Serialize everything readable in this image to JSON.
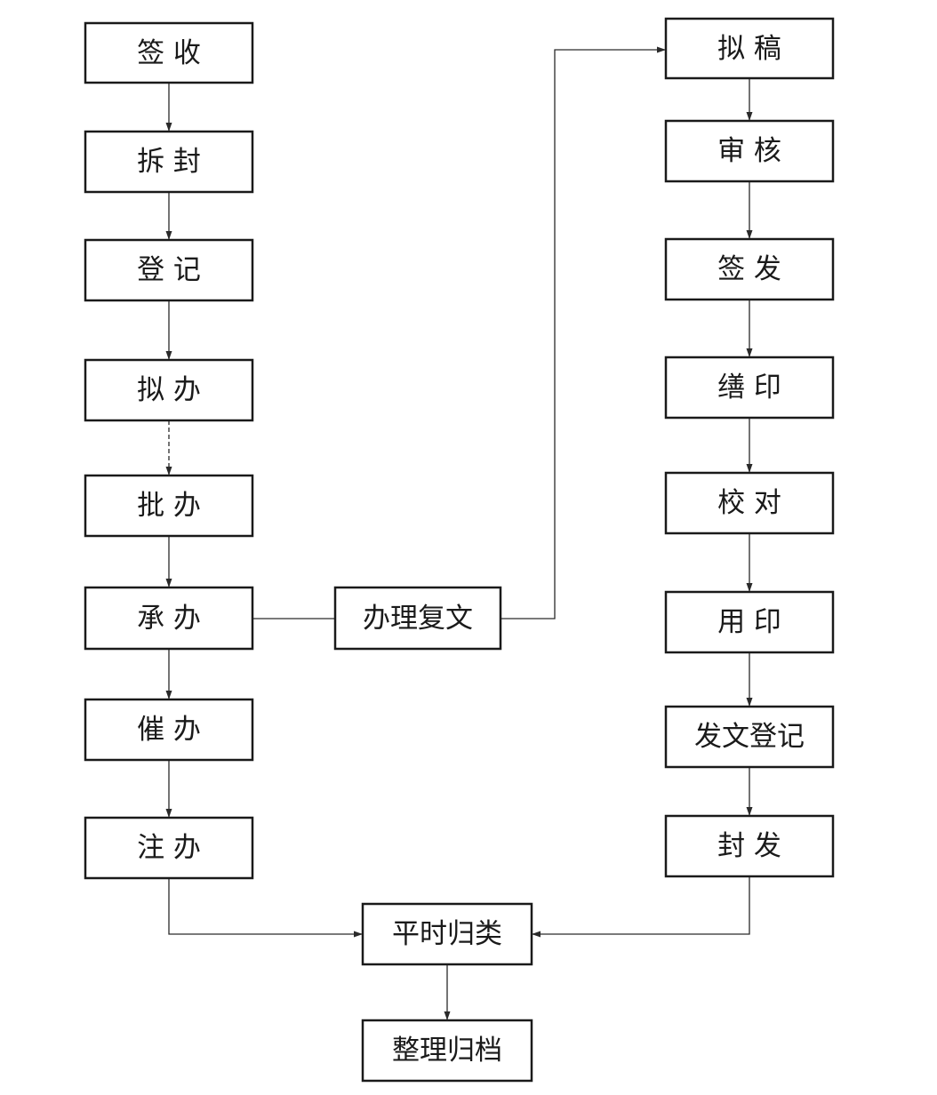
{
  "colors": {
    "stroke": "#1a1a1a",
    "background": "#ffffff"
  },
  "nodes": {
    "receive_sign": "签 收",
    "unseal": "拆 封",
    "register_in": "登 记",
    "propose": "拟 办",
    "approve": "批 办",
    "undertake": "承 办",
    "reply": "办理复文",
    "urge": "催 办",
    "annotate": "注 办",
    "draft": "拟 稿",
    "review": "审 核",
    "sign_off": "签 发",
    "transcribe": "缮 印",
    "proofread": "校 对",
    "seal": "用 印",
    "register_out": "发文登记",
    "dispatch": "封 发",
    "classify": "平时归类",
    "archive": "整理归档"
  }
}
